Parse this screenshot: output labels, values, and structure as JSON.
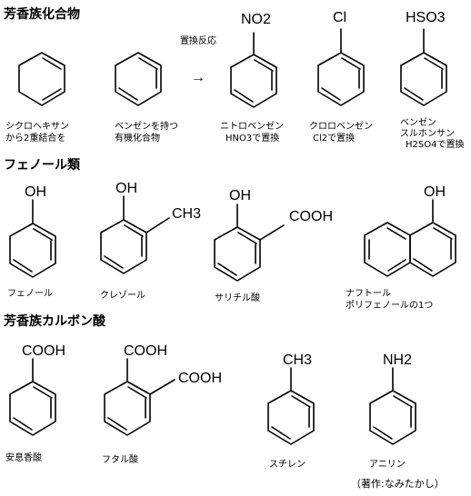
{
  "sections": {
    "aromatic": "芳香族化合物",
    "phenols": "フェノール類",
    "carboxylic": "芳香族カルボン酸"
  },
  "reaction": {
    "label": "置換反応",
    "arrow": "→"
  },
  "groups": {
    "no2": "NO2",
    "cl": "Cl",
    "hso3": "HSO3",
    "oh": "OH",
    "ch3": "CH3",
    "cooh": "COOH",
    "nh2": "NH2"
  },
  "labels": {
    "cyclohexatriene": [
      "シクロヘキサン",
      "から2重結合を"
    ],
    "benzene": [
      "ベンゼンを持つ",
      "有機化合物"
    ],
    "nitrobenzene": [
      "ニトロベンゼン",
      "HNO3で置換"
    ],
    "chlorobenzene": [
      "クロロベンゼン",
      "Cl2で置換"
    ],
    "benzenesulfonic": [
      "ベンゼン",
      "スルホンサン",
      "H2SO4で置換"
    ],
    "phenol": "フェノール",
    "cresol": "クレゾール",
    "salicylic": "サリチル酸",
    "naphthol": [
      "ナフトール",
      "ポリフェノールの1つ"
    ],
    "benzoic": "安息香酸",
    "phthalic": "フタル酸",
    "toluene": "スチレン",
    "aniline": "アニリン"
  },
  "credit": "（著作:なみたかし）"
}
